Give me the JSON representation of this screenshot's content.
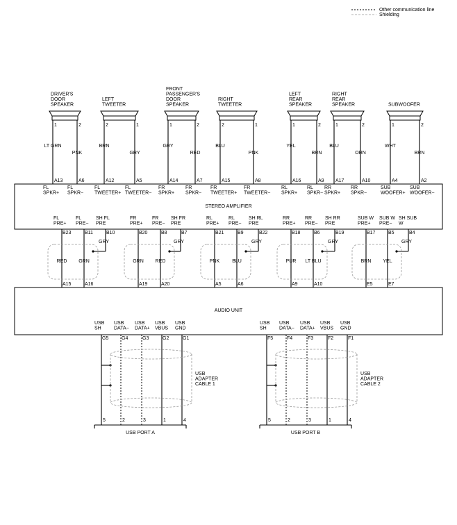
{
  "legend": {
    "other_comm": "Other communication line",
    "shielding": "Shielding"
  },
  "speakers": [
    {
      "id": "driver",
      "name": [
        "DRIVER'S",
        "DOOR",
        "SPEAKER"
      ],
      "pin_left": "1",
      "pin_right": "2",
      "wire_left": "LT GRN",
      "wire_right": "PNK",
      "term_left": "A13",
      "term_right": "A6",
      "amp_left": [
        "FL",
        "SPKR+"
      ],
      "amp_right": [
        "FL",
        "SPKR−"
      ]
    },
    {
      "id": "left-tweeter",
      "name": [
        "LEFT",
        "TWEETER"
      ],
      "pin_left": "2",
      "pin_right": "1",
      "wire_left": "BRN",
      "wire_right": "GRY",
      "term_left": "A12",
      "term_right": "A5",
      "amp_left": [
        "FL",
        "TWEETER+"
      ],
      "amp_right": [
        "FL",
        "TWEETER−"
      ]
    },
    {
      "id": "front-passenger",
      "name": [
        "FRONT",
        "PASSENGER'S",
        "DOOR",
        "SPEAKER"
      ],
      "pin_left": "1",
      "pin_right": "2",
      "wire_left": "GRY",
      "wire_right": "RED",
      "term_left": "A14",
      "term_right": "A7",
      "amp_left": [
        "FR",
        "SPKR+"
      ],
      "amp_right": [
        "FR",
        "SPKR−"
      ]
    },
    {
      "id": "right-tweeter",
      "name": [
        "RIGHT",
        "TWEETER"
      ],
      "pin_left": "2",
      "pin_right": "1",
      "wire_left": "BLU",
      "wire_right": "PNK",
      "term_left": "A15",
      "term_right": "A8",
      "amp_left": [
        "FR",
        "TWEETER+"
      ],
      "amp_right": [
        "FR",
        "TWEETER−"
      ]
    },
    {
      "id": "left-rear",
      "name": [
        "LEFT",
        "REAR",
        "SPEAKER"
      ],
      "pin_left": "1",
      "pin_right": "2",
      "wire_left": "YEL",
      "wire_right": "BRN",
      "term_left": "A16",
      "term_right": "A9",
      "amp_left": [
        "RL",
        "SPKR+"
      ],
      "amp_right": [
        "RL",
        "SPKR−"
      ]
    },
    {
      "id": "right-rear",
      "name": [
        "RIGHT",
        "REAR",
        "SPEAKER"
      ],
      "pin_left": "1",
      "pin_right": "2",
      "wire_left": "BLU",
      "wire_right": "ORN",
      "term_left": "A17",
      "term_right": "A10",
      "amp_left": [
        "RR",
        "SPKR+"
      ],
      "amp_right": [
        "RR",
        "SPKR−"
      ]
    },
    {
      "id": "subwoofer",
      "name": [
        "SUBWOOFER"
      ],
      "pin_left": "1",
      "pin_right": "2",
      "wire_left": "WHT",
      "wire_right": "BRN",
      "term_left": "A4",
      "term_right": "A2",
      "amp_left": [
        "SUB",
        "WOOFER+"
      ],
      "amp_right": [
        "SUB",
        "WOOFER−"
      ]
    }
  ],
  "amplifier": {
    "label": "STEREO AMPLIFIER"
  },
  "channels": [
    {
      "id": "fl",
      "pre_pos": [
        "FL",
        "PRE+"
      ],
      "pre_neg": [
        "FL",
        "PRE−"
      ],
      "sh": [
        "SH FL",
        "PRE"
      ],
      "t_pos": "B23",
      "t_neg": "B11",
      "t_sh": "B10",
      "sh_wire": "GRY",
      "w_pos": "RED",
      "w_neg": "GRN",
      "u_pos": "A15",
      "u_neg": "A16",
      "unit_pos": [
        "FL",
        "PRE+"
      ],
      "unit_neg": [
        "FL",
        "PRE−"
      ]
    },
    {
      "id": "fr",
      "pre_pos": [
        "FR",
        "PRE+"
      ],
      "pre_neg": [
        "FR",
        "PRE−"
      ],
      "sh": [
        "SH FR",
        "PRE"
      ],
      "t_pos": "B20",
      "t_neg": "B8",
      "t_sh": "B7",
      "sh_wire": "GRY",
      "w_pos": "GRN",
      "w_neg": "RED",
      "u_pos": "A19",
      "u_neg": "A20",
      "unit_pos": [
        "FR",
        "PRE+"
      ],
      "unit_neg": [
        "FR",
        "PRE−"
      ]
    },
    {
      "id": "rl",
      "pre_pos": [
        "RL",
        "PRE+"
      ],
      "pre_neg": [
        "RL",
        "PRE−"
      ],
      "sh": [
        "SH RL",
        "PRE"
      ],
      "t_pos": "B21",
      "t_neg": "B9",
      "t_sh": "B22",
      "sh_wire": "GRY",
      "w_pos": "PNK",
      "w_neg": "BLU",
      "u_pos": "A5",
      "u_neg": "A6",
      "unit_pos": [
        "RL",
        "PRE+"
      ],
      "unit_neg": [
        "RL",
        "PRE−"
      ]
    },
    {
      "id": "rr",
      "pre_pos": [
        "RR",
        "PRE+"
      ],
      "pre_neg": [
        "RR",
        "PRE−"
      ],
      "sh": [
        "SH RR",
        "PRE"
      ],
      "t_pos": "B18",
      "t_neg": "B6",
      "t_sh": "B19",
      "sh_wire": "GRY",
      "w_pos": "PUR",
      "w_neg": "LT BLU",
      "u_pos": "A9",
      "u_neg": "A10",
      "unit_pos": [
        "RR",
        "PRE+"
      ],
      "unit_neg": [
        "RR",
        "PRE−"
      ]
    },
    {
      "id": "subw",
      "pre_pos": [
        "SUB W",
        "PRE+"
      ],
      "pre_neg": [
        "SUB W",
        "PRE−"
      ],
      "sh": [
        "SH SUB",
        "W"
      ],
      "t_pos": "B17",
      "t_neg": "B5",
      "t_sh": "B4",
      "sh_wire": "GRY",
      "w_pos": "BRN",
      "w_neg": "YEL",
      "u_pos": "E5",
      "u_neg": "E7",
      "unit_pos": [
        "SUB W",
        "PRE+"
      ],
      "unit_neg": [
        "SUB W",
        "PRE−"
      ]
    }
  ],
  "audio_unit": {
    "label": "AUDIO UNIT"
  },
  "usb": [
    {
      "id": "a",
      "port": "USB PORT A",
      "cable": [
        "USB",
        "ADAPTER",
        "CABLE 1"
      ],
      "pins": [
        {
          "sig": [
            "USB",
            "SH"
          ],
          "term": "G5",
          "port_pin": "5"
        },
        {
          "sig": [
            "USB",
            "DATA−"
          ],
          "term": "G4",
          "port_pin": "2"
        },
        {
          "sig": [
            "USB",
            "DATA+"
          ],
          "term": "G3",
          "port_pin": "3"
        },
        {
          "sig": [
            "USB",
            "VBUS"
          ],
          "term": "G2",
          "port_pin": "1"
        },
        {
          "sig": [
            "USB",
            "GND"
          ],
          "term": "G1",
          "port_pin": "4"
        }
      ]
    },
    {
      "id": "b",
      "port": "USB PORT B",
      "cable": [
        "USB",
        "ADAPTER",
        "CABLE 2"
      ],
      "pins": [
        {
          "sig": [
            "USB",
            "SH"
          ],
          "term": "F5",
          "port_pin": "5"
        },
        {
          "sig": [
            "USB",
            "DATA−"
          ],
          "term": "F4",
          "port_pin": "2"
        },
        {
          "sig": [
            "USB",
            "DATA+"
          ],
          "term": "F3",
          "port_pin": "3"
        },
        {
          "sig": [
            "USB",
            "VBUS"
          ],
          "term": "F2",
          "port_pin": "1"
        },
        {
          "sig": [
            "USB",
            "GND"
          ],
          "term": "F1",
          "port_pin": "4"
        }
      ]
    }
  ]
}
